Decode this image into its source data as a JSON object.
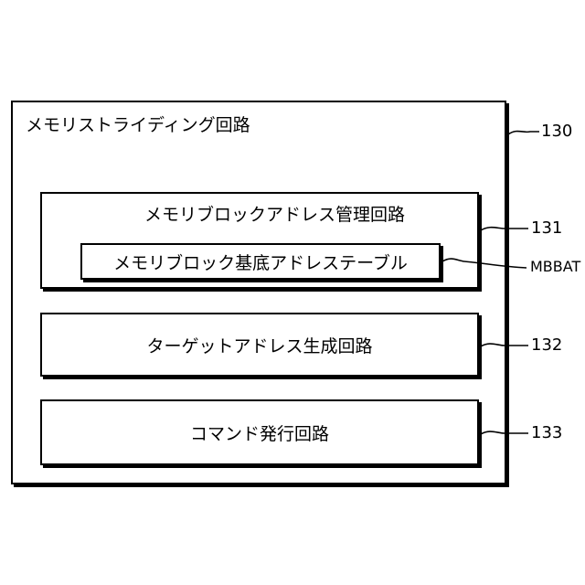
{
  "outer_block": {
    "title": "メモリストライディング回路",
    "ref": "130"
  },
  "address_manager_block": {
    "title": "メモリブロックアドレス管理回路",
    "ref": "131",
    "table": {
      "title": "メモリブロック基底アドレステーブル",
      "ref": "MBBAT"
    }
  },
  "target_address_block": {
    "title": "ターゲットアドレス生成回路",
    "ref": "132"
  },
  "command_block": {
    "title": "コマンド発行回路",
    "ref": "133"
  }
}
